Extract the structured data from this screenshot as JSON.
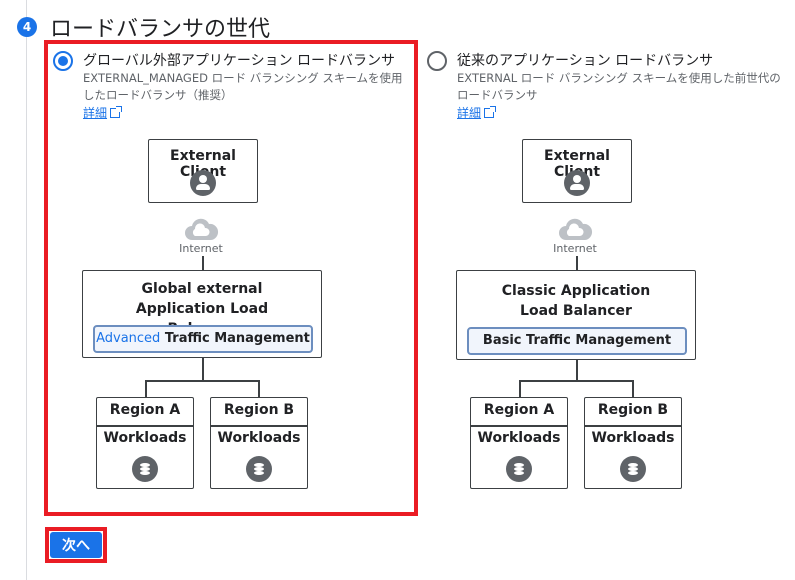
{
  "step": {
    "number": "4",
    "title": "ロードバランサの世代"
  },
  "options": [
    {
      "label": "グローバル外部アプリケーション ロードバランサ",
      "description": "EXTERNAL_MANAGED ロード バランシング スキームを使用したロードバランサ（推奨）",
      "link": "詳細",
      "selected": true,
      "diagram": {
        "client": "External Client",
        "internet": "Internet",
        "lb_title": "Global external Application Load Balancer",
        "traffic_accent": "Advanced",
        "traffic_label": "Traffic Management",
        "regions": [
          {
            "name": "Region A",
            "workloads": "Workloads"
          },
          {
            "name": "Region B",
            "workloads": "Workloads"
          }
        ]
      }
    },
    {
      "label": "従来のアプリケーション ロードバランサ",
      "description": "EXTERNAL ロード バランシング スキームを使用した前世代のロードバランサ",
      "link": "詳細",
      "selected": false,
      "diagram": {
        "client": "External Client",
        "internet": "Internet",
        "lb_title": "Classic Application Load Balancer",
        "traffic_label": "Basic Traffic Management",
        "regions": [
          {
            "name": "Region A",
            "workloads": "Workloads"
          },
          {
            "name": "Region B",
            "workloads": "Workloads"
          }
        ]
      }
    }
  ],
  "next_button": "次へ",
  "colors": {
    "accent": "#1a73e8",
    "highlight": "#ea1c24",
    "border": "#3c4043"
  }
}
